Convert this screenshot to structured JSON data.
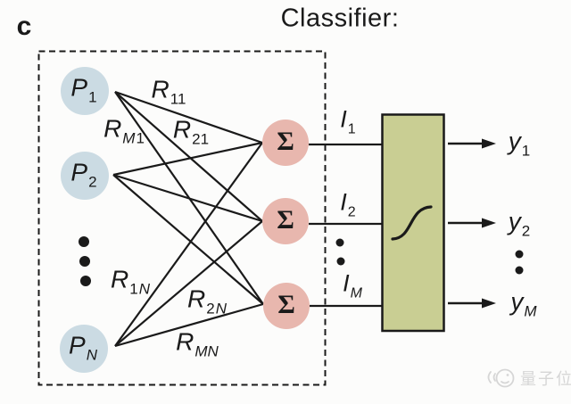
{
  "panel_label": "c",
  "title": "Classifier:",
  "colors": {
    "background": "#fcfcfb",
    "line": "#1a1a1a",
    "input_node_fill": "#cbdbe3",
    "sum_node_fill": "#e8b7ae",
    "activation_box_fill": "#c9ce93",
    "activation_box_border": "#1a1a1a",
    "watermark": "#d6d6d6"
  },
  "input_nodes": {
    "p1": {
      "base": "P",
      "sub": "1"
    },
    "p2": {
      "base": "P",
      "sub": "2"
    },
    "pn": {
      "base": "P",
      "sub": "N"
    }
  },
  "sum_nodes": {
    "s1": "Σ",
    "s2": "Σ",
    "s3": "Σ"
  },
  "weight_labels": {
    "r11": {
      "base": "R",
      "sub": "11"
    },
    "rm1": {
      "base": "R",
      "sub_letter": "M",
      "sub_digit": "1"
    },
    "r21": {
      "base": "R",
      "sub": "21"
    },
    "r1n": {
      "base": "R",
      "sub_digit": "1",
      "sub_letter": "N"
    },
    "r2n": {
      "base": "R",
      "sub_digit": "2",
      "sub_letter": "N"
    },
    "rmn": {
      "base": "R",
      "sub": "MN"
    }
  },
  "current_labels": {
    "i1": {
      "base": "I",
      "sub": "1"
    },
    "i2": {
      "base": "I",
      "sub": "2"
    },
    "im": {
      "base": "I",
      "sub": "M"
    }
  },
  "output_labels": {
    "y1": {
      "base": "y",
      "sub": "1"
    },
    "y2": {
      "base": "y",
      "sub": "2"
    },
    "ym": {
      "base": "y",
      "sub": "M"
    }
  },
  "watermark_text": "量子位"
}
